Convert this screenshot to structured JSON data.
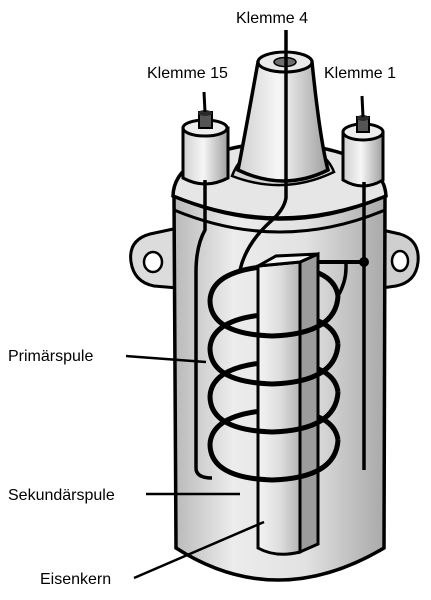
{
  "labels": {
    "terminal_4": "Klemme 4",
    "terminal_15": "Klemme 15",
    "terminal_1": "Klemme 1",
    "primary_coil": "Primärspule",
    "secondary_coil": "Sekundärspule",
    "iron_core": "Eisenkern"
  },
  "colors": {
    "ink": "#000000",
    "body_light": "#f2f2f2",
    "body_shade": "#c4c4c4",
    "core_light": "#ececec",
    "core_shade": "#b8b8b8"
  }
}
